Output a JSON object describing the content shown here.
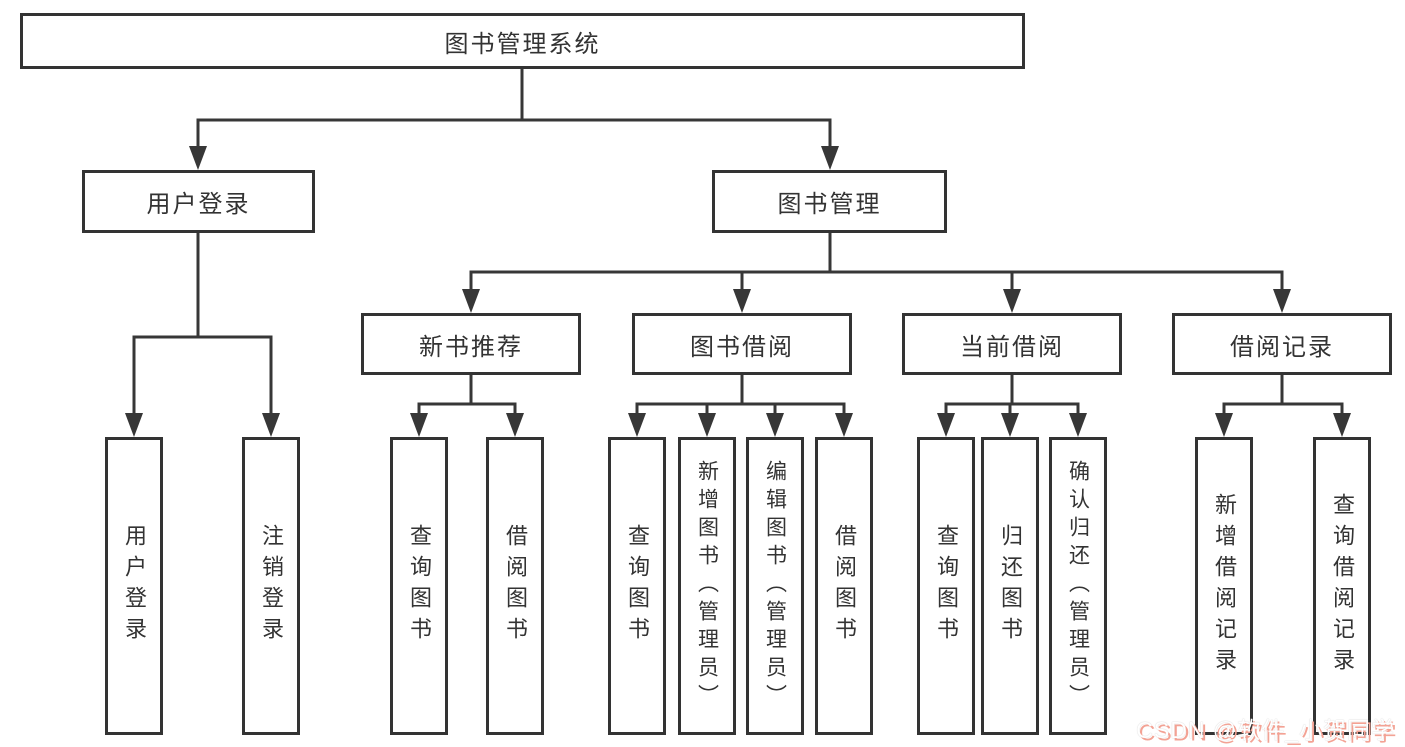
{
  "diagram": {
    "root": {
      "label": "图书管理系统"
    },
    "branches": [
      {
        "label": "用户登录",
        "children": [
          "用户登录",
          "注销登录"
        ]
      },
      {
        "label": "图书管理",
        "groups": [
          {
            "label": "新书推荐",
            "children": [
              "查询图书",
              "借阅图书"
            ]
          },
          {
            "label": "图书借阅",
            "children": [
              "查询图书",
              "新增图书（管理员）",
              "编辑图书（管理员）",
              "借阅图书"
            ]
          },
          {
            "label": "当前借阅",
            "children": [
              "查询图书",
              "归还图书",
              "确认归还（管理员）"
            ]
          },
          {
            "label": "借阅记录",
            "children": [
              "新增借阅记录",
              "查询借阅记录"
            ]
          }
        ]
      }
    ]
  },
  "watermark": {
    "text": "CSDN @软件_小贺同学",
    "shadow_color": "#f3a294"
  },
  "colors": {
    "line": "#373737",
    "box_border": "#333333",
    "text": "#333333",
    "background": "#ffffff"
  }
}
